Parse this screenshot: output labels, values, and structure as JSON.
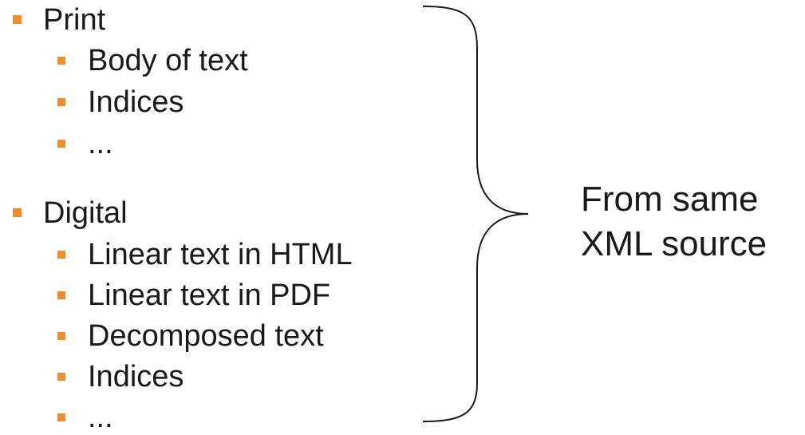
{
  "colors": {
    "bullet": "#F28C28",
    "text": "#1a1a1a",
    "brace": "#1a1a1a"
  },
  "list": {
    "print": {
      "label": "Print",
      "items": [
        "Body of text",
        "Indices",
        "..."
      ]
    },
    "digital": {
      "label": "Digital",
      "items": [
        "Linear text in HTML",
        "Linear text in PDF",
        "Decomposed text",
        "Indices",
        "..."
      ]
    }
  },
  "note": {
    "line1": "From same",
    "line2": "XML source"
  }
}
